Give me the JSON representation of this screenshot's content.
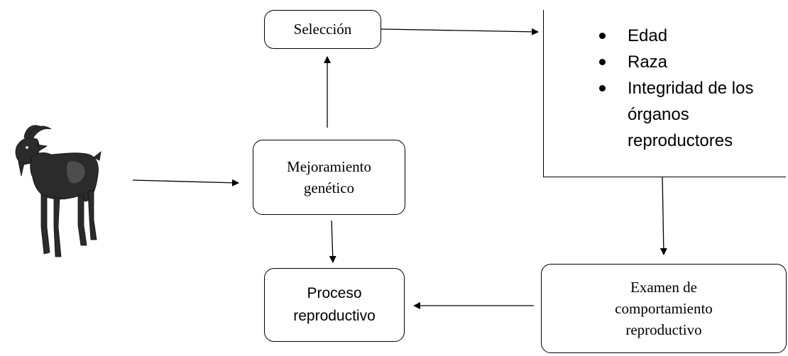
{
  "nodes": {
    "seleccion": {
      "label": "Selección"
    },
    "mejoramiento": {
      "lines": [
        "Mejoramiento",
        "genético"
      ]
    },
    "proceso": {
      "lines": [
        "Proceso",
        "reproductivo"
      ]
    },
    "examen": {
      "lines": [
        "Examen de",
        "comportamiento",
        "reproductivo"
      ]
    },
    "criteria": {
      "items": [
        {
          "lines": [
            "Edad"
          ]
        },
        {
          "lines": [
            "Raza"
          ]
        },
        {
          "lines": [
            "Integridad de los",
            "órganos",
            "reproductores"
          ]
        }
      ]
    }
  },
  "image": {
    "subject": "goat",
    "icon": "goat-icon"
  },
  "colors": {
    "stroke": "#000000",
    "background": "#ffffff",
    "goat": "#2b2b2b"
  }
}
